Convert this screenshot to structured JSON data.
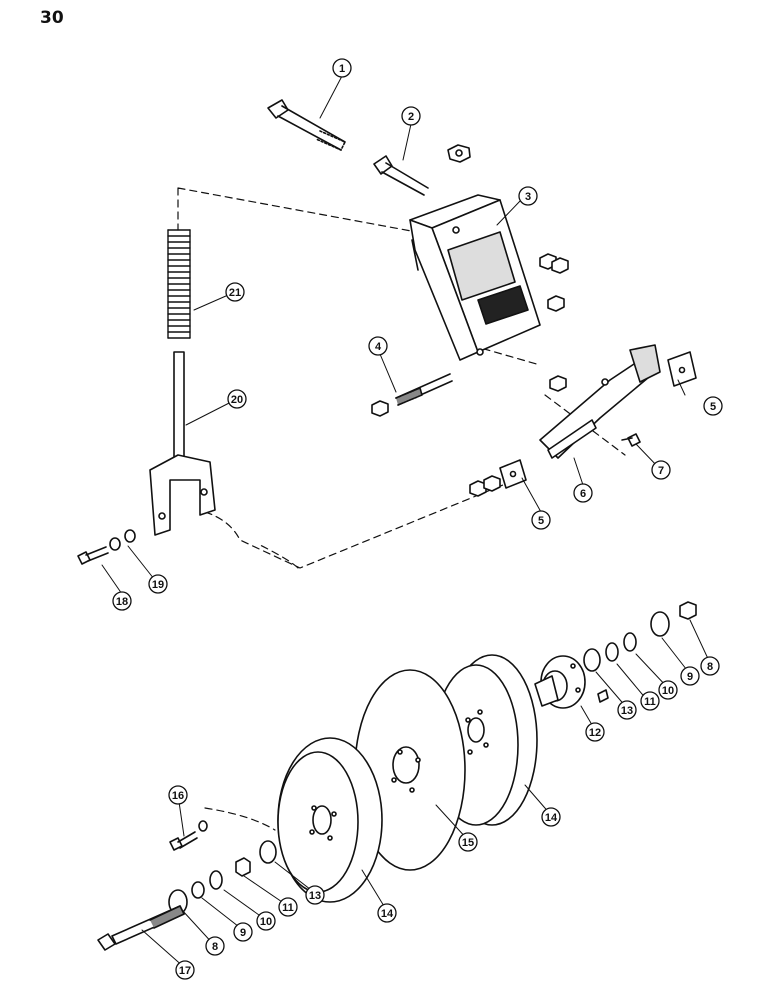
{
  "page": {
    "number": "30"
  },
  "callouts": [
    {
      "id": "c1",
      "label": "1"
    },
    {
      "id": "c2",
      "label": "2"
    },
    {
      "id": "c3",
      "label": "3"
    },
    {
      "id": "c4",
      "label": "4"
    },
    {
      "id": "c5a",
      "label": "5"
    },
    {
      "id": "c5b",
      "label": "5"
    },
    {
      "id": "c6",
      "label": "6"
    },
    {
      "id": "c7",
      "label": "7"
    },
    {
      "id": "c8a",
      "label": "8"
    },
    {
      "id": "c8b",
      "label": "8"
    },
    {
      "id": "c9a",
      "label": "9"
    },
    {
      "id": "c9b",
      "label": "9"
    },
    {
      "id": "c10a",
      "label": "10"
    },
    {
      "id": "c10b",
      "label": "10"
    },
    {
      "id": "c11a",
      "label": "11"
    },
    {
      "id": "c11b",
      "label": "11"
    },
    {
      "id": "c12",
      "label": "12"
    },
    {
      "id": "c13a",
      "label": "13"
    },
    {
      "id": "c13b",
      "label": "13"
    },
    {
      "id": "c14a",
      "label": "14"
    },
    {
      "id": "c14b",
      "label": "14"
    },
    {
      "id": "c15",
      "label": "15"
    },
    {
      "id": "c16",
      "label": "16"
    },
    {
      "id": "c17",
      "label": "17"
    },
    {
      "id": "c18",
      "label": "18"
    },
    {
      "id": "c19",
      "label": "19"
    },
    {
      "id": "c20",
      "label": "20"
    },
    {
      "id": "c21",
      "label": "21"
    }
  ]
}
